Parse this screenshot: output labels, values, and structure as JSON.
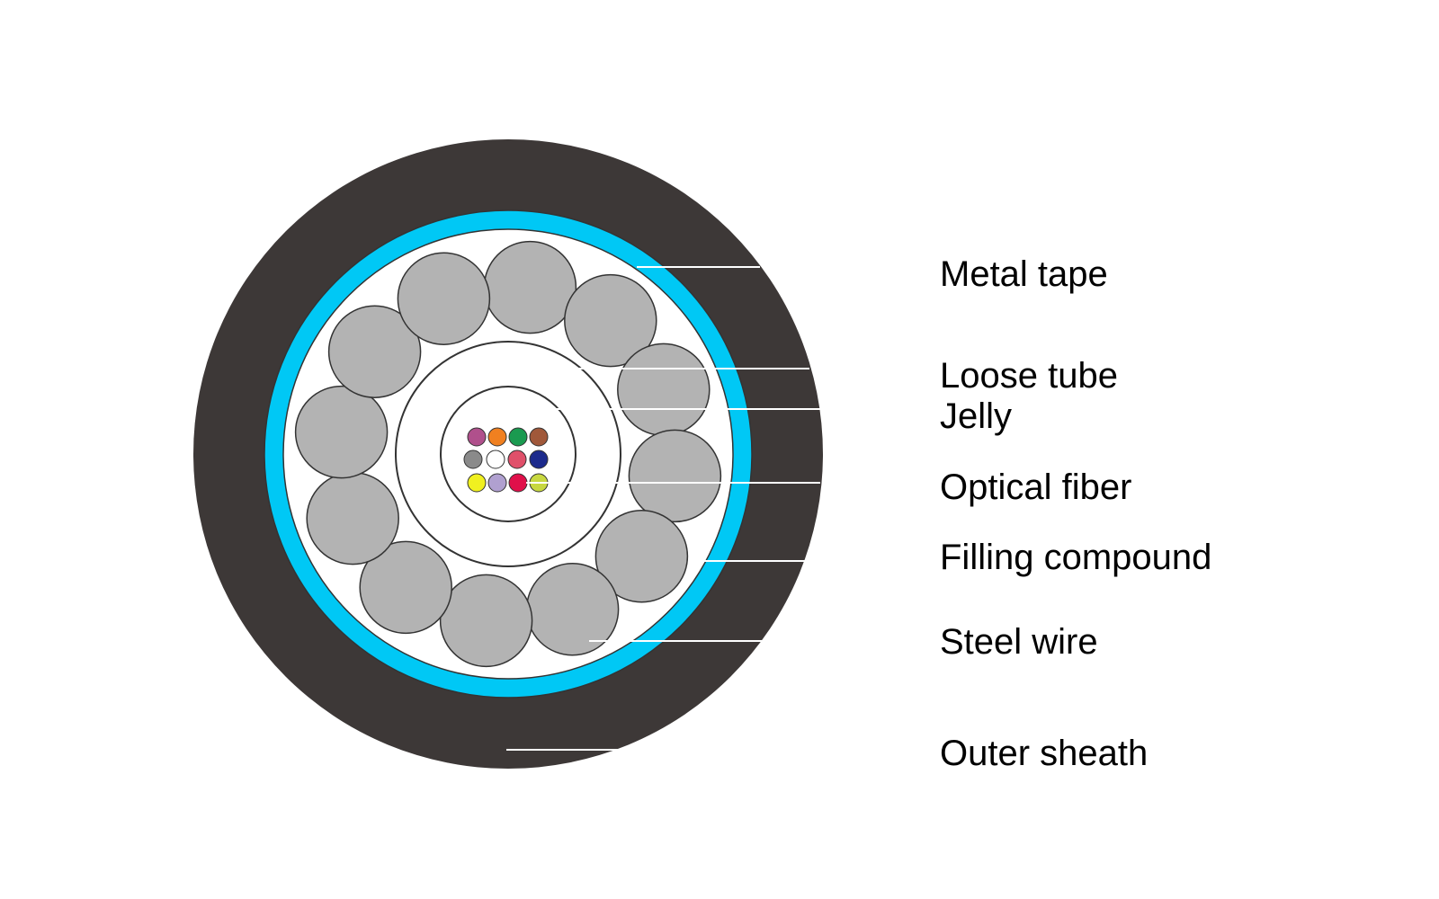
{
  "labels": {
    "metal_tape": "Metal tape",
    "loose_tube": "Loose tube",
    "jelly": "Jelly",
    "optical_fiber": "Optical fiber",
    "filling_compound": "Filling compound",
    "steel_wire": "Steel wire",
    "outer_sheath": "Outer sheath"
  },
  "colors": {
    "outer_sheath": "#3d3837",
    "metal_tape": "#00c8f5",
    "steel_wire": "#b3b3b3",
    "filling": "#ffffff",
    "leader_line": "#ffffff",
    "outline": "#222222"
  },
  "steel_wire_count": 12,
  "fiber_colors": [
    "#b0508c",
    "#f08020",
    "#1a9a50",
    "#a0583a",
    "#8a8a8a",
    "#ffffff",
    "#e0506a",
    "#1c2a8c",
    "#f0f020",
    "#b0a0d0",
    "#e0104a",
    "#c8d840"
  ]
}
